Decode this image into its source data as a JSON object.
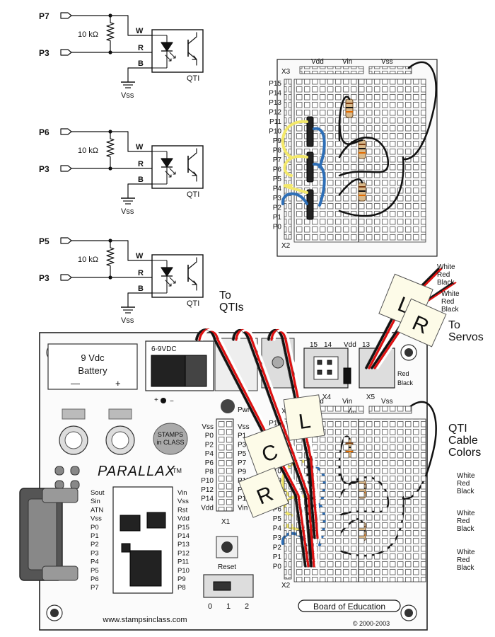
{
  "schematics": [
    {
      "pin_top": "P7",
      "pin_bottom": "P3",
      "resistor": "10 kΩ",
      "wire_w": "W",
      "wire_r": "R",
      "wire_b": "B",
      "device": "QTI",
      "ground": "Vss"
    },
    {
      "pin_top": "P6",
      "pin_bottom": "P3",
      "resistor": "10 kΩ",
      "wire_w": "W",
      "wire_r": "R",
      "wire_b": "B",
      "device": "QTI",
      "ground": "Vss"
    },
    {
      "pin_top": "P5",
      "pin_bottom": "P3",
      "resistor": "10 kΩ",
      "wire_w": "W",
      "wire_r": "R",
      "wire_b": "B",
      "device": "QTI",
      "ground": "Vss"
    }
  ],
  "breadboard_top": {
    "header_labels": [
      "Vdd",
      "Vin",
      "Vss"
    ],
    "connector_x3": "X3",
    "connector_x2": "X2",
    "pins": [
      "P15",
      "P14",
      "P13",
      "P12",
      "P11",
      "P10",
      "P9",
      "P8",
      "P7",
      "P6",
      "P5",
      "P4",
      "P3",
      "P2",
      "P1",
      "P0"
    ],
    "active_pins": [
      "P7",
      "P6",
      "P5",
      "P3"
    ]
  },
  "annotations": {
    "to_qtis": "To\nQTIs",
    "to_servos": "To\nServos",
    "servo_colors": [
      "White",
      "Red",
      "Black"
    ],
    "qti_cable_colors_title": "QTI\nCable\nColors",
    "qti_cable_colors": [
      "White",
      "Red",
      "Black"
    ],
    "servo_tags": [
      "L",
      "R"
    ],
    "qti_tags": [
      "L",
      "C",
      "R"
    ]
  },
  "board": {
    "battery": "9 Vdc\nBattery",
    "battery_minus": "—",
    "battery_plus": "+",
    "power_jack": "6-9VDC",
    "pwr": "Pwr",
    "servo_header_nums": [
      "15",
      "14",
      "Vdd",
      "13"
    ],
    "x4": "X4",
    "x5": "X5",
    "vin_label": "Vin",
    "red": "Red",
    "black": "Black",
    "stamps_logo": "STAMPS\nin CLASS",
    "parallax": "PARALLAX",
    "tm": "TM",
    "reset": "Reset",
    "switch_positions": [
      "0",
      "1",
      "2"
    ],
    "website": "www.stampsinclass.com",
    "copyright": "© 2000-2003",
    "board_name": "Board of Education",
    "x1": "X1",
    "x3": "X3",
    "x2": "X2",
    "header_labels": [
      "Vdd",
      "Vin",
      "Vss"
    ],
    "bs2_left_pins": [
      "Sout",
      "Sin",
      "ATN",
      "Vss",
      "P0",
      "P1",
      "P2",
      "P3",
      "P4",
      "P5",
      "P6",
      "P7"
    ],
    "bs2_right_pins": [
      "Vin",
      "Vss",
      "Rst",
      "Vdd",
      "P15",
      "P14",
      "P13",
      "P12",
      "P11",
      "P10",
      "P9",
      "P8"
    ],
    "x1_left": [
      "Vss",
      "P0",
      "P2",
      "P4",
      "P6",
      "P8",
      "P10",
      "P12",
      "P14",
      "Vdd"
    ],
    "x1_right": [
      "Vss",
      "P1",
      "P3",
      "P5",
      "P7",
      "P9",
      "P11",
      "P13",
      "P15",
      "Vin"
    ],
    "bottom_pins": [
      "P15",
      "P14",
      "P13",
      "P12",
      "P11",
      "P10",
      "P9",
      "P8",
      "P7",
      "P6",
      "P5",
      "P4",
      "P3",
      "P2",
      "P1",
      "P0"
    ],
    "active_pins": [
      "P7",
      "P6",
      "P5",
      "P3"
    ]
  }
}
